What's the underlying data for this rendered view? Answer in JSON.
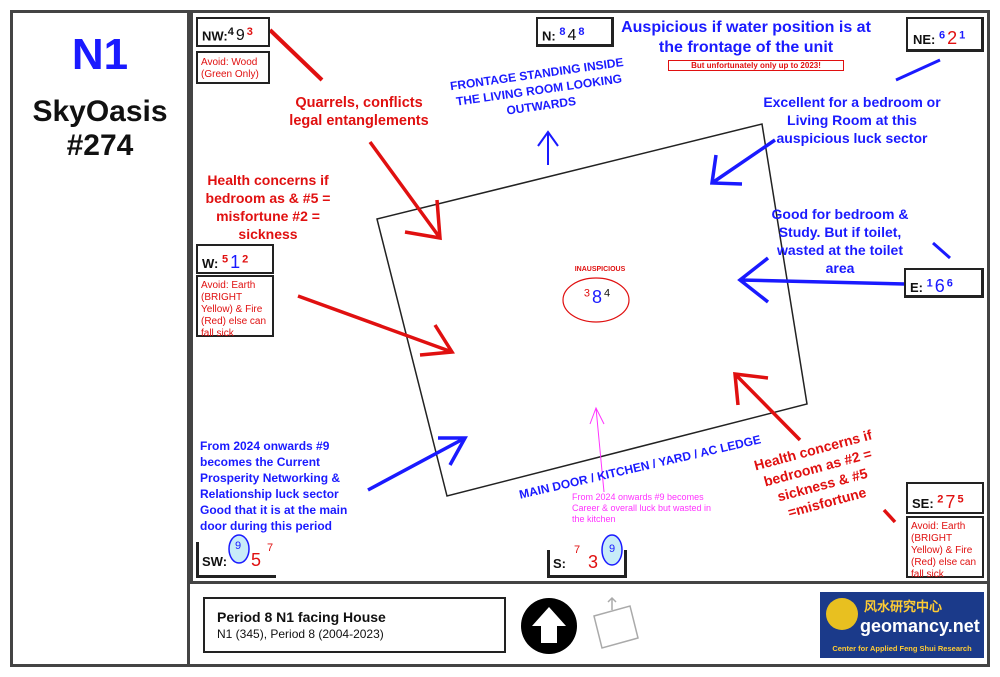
{
  "unit": {
    "code": "N1",
    "name_line1": "SkyOasis",
    "name_line2": "#274"
  },
  "sectors": {
    "nw": {
      "label": "NW:",
      "n1": "4",
      "n2": "9",
      "n3": "3",
      "avoid": "Avoid: Wood (Green Only)"
    },
    "n": {
      "label": "N:",
      "n1": "8",
      "n2": "4",
      "n3": "8"
    },
    "ne": {
      "label": "NE:",
      "n1": "6",
      "n2": "2",
      "n3": "1"
    },
    "w": {
      "label": "W:",
      "n1": "5",
      "n2": "1",
      "n3": "2",
      "avoid": "Avoid: Earth (BRIGHT Yellow) & Fire (Red) else can fall sick"
    },
    "e": {
      "label": "E:",
      "n1": "1",
      "n2": "6",
      "n3": "6"
    },
    "sw": {
      "label": "SW:",
      "n1": "9",
      "n2": "5",
      "n3": "7"
    },
    "s": {
      "label": "S:",
      "n1": "7",
      "n2": "3",
      "n3": "9"
    },
    "se": {
      "label": "SE:",
      "n1": "2",
      "n2": "7",
      "n3": "5",
      "avoid": "Avoid: Earth (BRIGHT Yellow) & Fire (Red) else can fall sick"
    },
    "center": {
      "label": "INAUSPICIOUS",
      "n1": "3",
      "n2": "8",
      "n3": "4"
    }
  },
  "notes": {
    "north_water": "Auspicious if water position is at the frontage of the unit",
    "north_water_sub": "But unfortunately only up to 2023!",
    "frontage": "FRONTAGE STANDING INSIDE THE LIVING ROOM LOOKING OUTWARDS",
    "nw_quarrels": "Quarrels, conflicts legal entanglements",
    "ne_bedroom": "Excellent for a bedroom or Living Room at this auspicious luck sector",
    "w_health": "Health concerns if bedroom as & #5 = misfortune #2 = sickness",
    "e_bedroom": "Good for bedroom & Study. But if toilet, wasted at the toilet area",
    "sw_2024": "From 2024 onwards #9 becomes the Current Prosperity Networking & Relationship luck sector Good that it is at the main door during this period",
    "se_health": "Health concerns if bedroom as #2 = sickness & #5 =misfortune",
    "main_door": "MAIN DOOR / KITCHEN / YARD / AC LEDGE",
    "s_2024": "From 2024 onwards #9 becomes Career & overall luck but wasted in the kitchen"
  },
  "info": {
    "title": "Period 8 N1 facing House",
    "subtitle": "N1 (345), Period 8 (2004-2023)"
  },
  "logo": {
    "cn": "风水研究中心",
    "brand": "geomancy.net",
    "tagline": "Center for Applied Feng Shui Research"
  },
  "icons": {
    "north_arrow": "up-arrow-circle-icon",
    "compass": "rotated-plan-icon"
  },
  "colors": {
    "blue": "#1a1aff",
    "red": "#e01010",
    "magenta": "#ff33ff"
  }
}
